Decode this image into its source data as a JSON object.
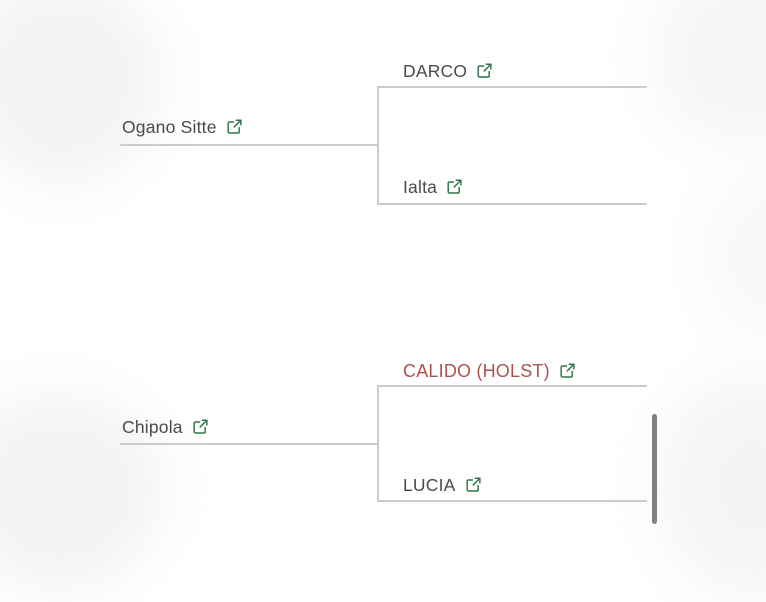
{
  "page": {
    "title": "Pedigree bracket",
    "background_color": "#ffffff",
    "line_color": "#cbcbcb",
    "text_color": "#4a4a4a",
    "highlight_color": "#a8544e",
    "icon_color": "#2f7549",
    "scrollbar_color": "#808080"
  },
  "icons": {
    "external_link": "external-link-icon"
  },
  "bracket": {
    "groups": [
      {
        "id": "top",
        "parent": {
          "label": "Ogano Sitte",
          "highlight": false,
          "link_icon": "external-link-icon"
        },
        "children": [
          {
            "label": "DARCO",
            "highlight": false,
            "link_icon": "external-link-icon"
          },
          {
            "label": "Ialta",
            "highlight": false,
            "link_icon": "external-link-icon"
          }
        ]
      },
      {
        "id": "bottom",
        "parent": {
          "label": "Chipola",
          "highlight": false,
          "link_icon": "external-link-icon"
        },
        "children": [
          {
            "label": "CALIDO (HOLST)",
            "highlight": true,
            "link_icon": "external-link-icon"
          },
          {
            "label": "LUCIA",
            "highlight": false,
            "link_icon": "external-link-icon"
          }
        ]
      }
    ]
  },
  "scrollbar": {
    "orientation": "vertical",
    "visible": true
  }
}
